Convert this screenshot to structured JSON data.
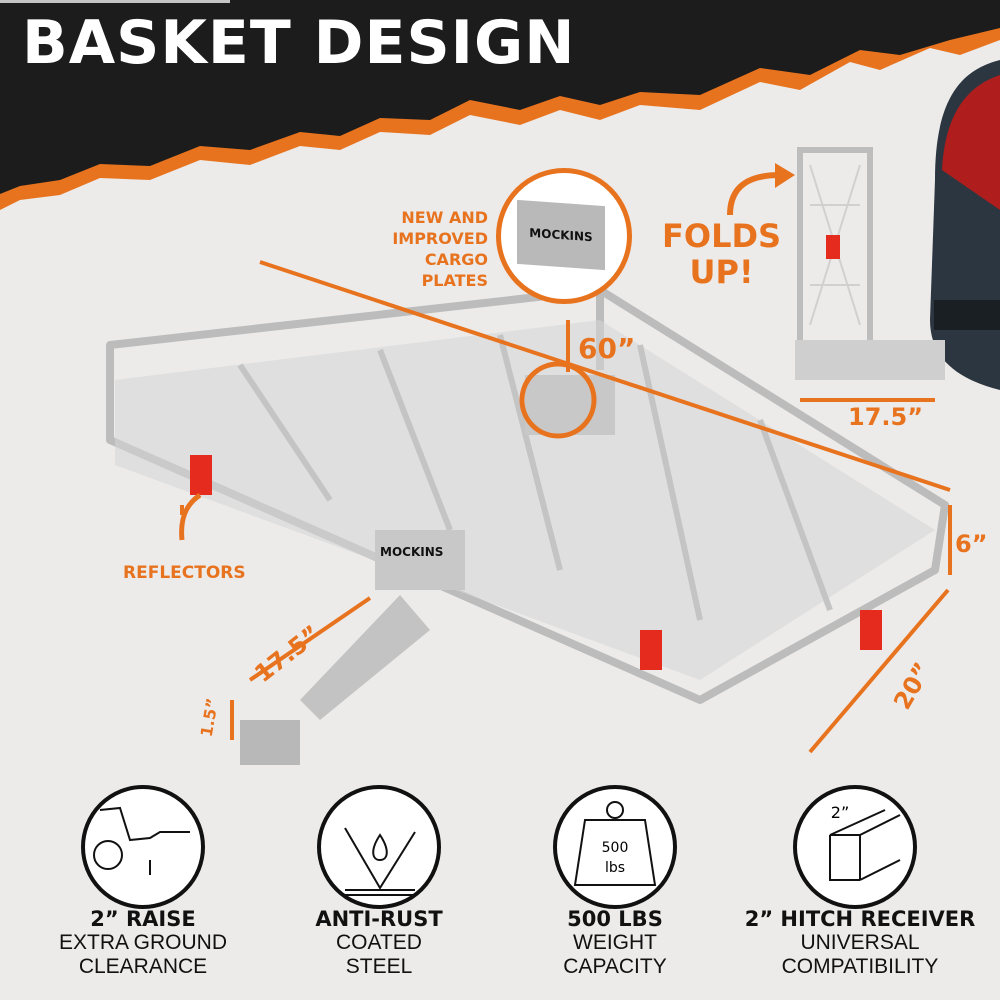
{
  "header": {
    "title": "BASKET DESIGN"
  },
  "colors": {
    "accent": "#e8731f",
    "dark": "#1c1c1c",
    "background": "#ecebea",
    "steel": "#c9c9c9",
    "reflector": "#e52b1e"
  },
  "callouts": {
    "cargo_plates": [
      "NEW AND",
      "IMPROVED",
      "CARGO PLATES"
    ],
    "folds": [
      "FOLDS",
      "UP!"
    ],
    "reflectors": "REFLECTORS",
    "logo": "MOCKINS"
  },
  "dimensions": {
    "length": "60”",
    "folded_depth": "17.5”",
    "height": "6”",
    "width": "20”",
    "shank_length": "17.5”",
    "shank_size": "1.5”"
  },
  "features": [
    {
      "icon": "raise-icon",
      "title": "2” RAISE",
      "lines": [
        "EXTRA GROUND",
        "CLEARANCE"
      ]
    },
    {
      "icon": "water-drops-icon",
      "title": "ANTI-RUST",
      "lines": [
        "COATED",
        "STEEL"
      ]
    },
    {
      "icon": "weight-icon",
      "title": "500 LBS",
      "lines": [
        "WEIGHT",
        "CAPACITY"
      ],
      "icon_text": [
        "500",
        "lbs"
      ]
    },
    {
      "icon": "hitch-receiver-icon",
      "title": "2” HITCH RECEIVER",
      "lines": [
        "UNIVERSAL",
        "COMPATIBILITY"
      ],
      "icon_text": [
        "2”"
      ]
    }
  ]
}
